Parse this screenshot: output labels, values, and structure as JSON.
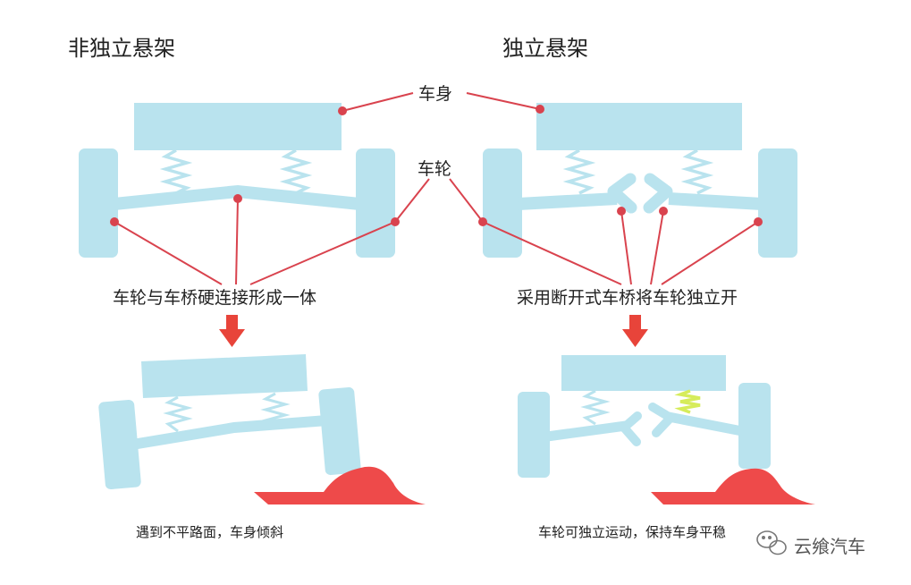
{
  "titles": {
    "left": "非独立悬架",
    "right": "独立悬架"
  },
  "labels": {
    "body": "车身",
    "wheel": "车轮"
  },
  "descriptions": {
    "left": "车轮与车桥硬连接形成一体",
    "right": "采用断开式车桥将车轮独立开"
  },
  "captions": {
    "left": "遇到不平路面，车身倾斜",
    "right": "车轮可独立运动，保持车身平稳"
  },
  "watermark": "云飨汽车",
  "colors": {
    "part": "#b9e3ee",
    "leader": "#d9434e",
    "arrow": "#e8443a",
    "bump": "#ee4a4a",
    "spring_highlight": "#d6ec5a"
  }
}
